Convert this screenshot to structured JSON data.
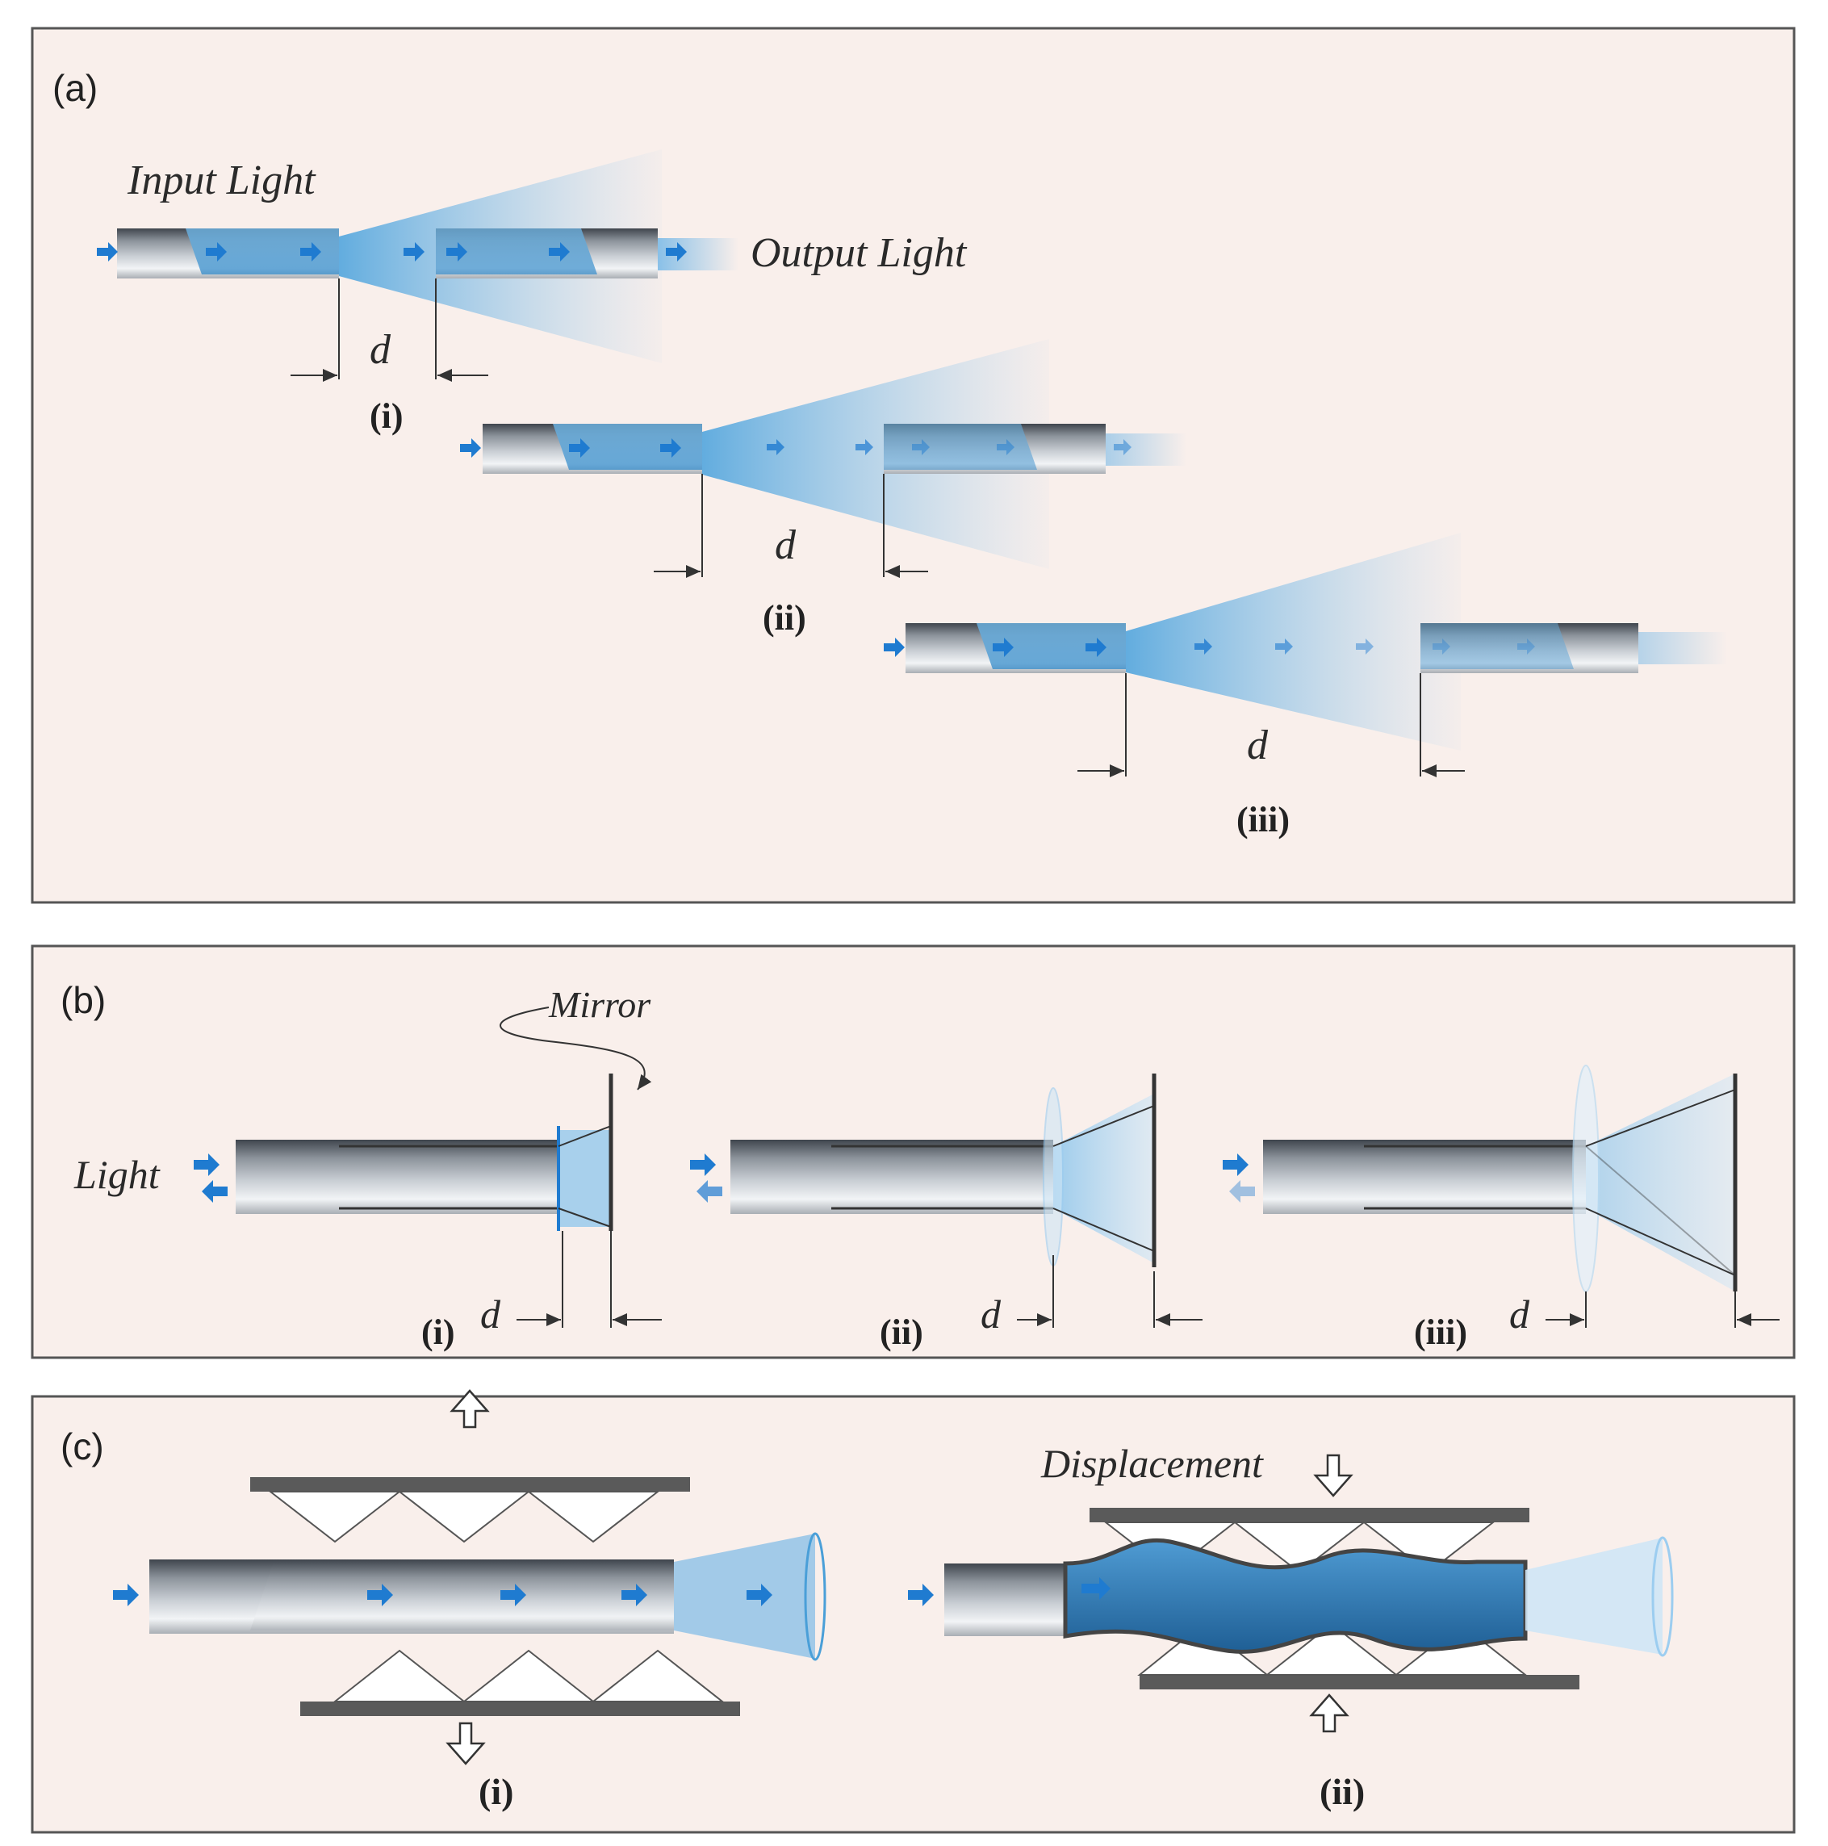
{
  "panels": {
    "a": {
      "label": "(a)",
      "input_light": "Input Light",
      "output_light": "Output Light",
      "gap_symbol": "d",
      "sub_i": "(i)",
      "sub_ii": "(ii)",
      "sub_iii": "(iii)"
    },
    "b": {
      "label": "(b)",
      "mirror": "Mirror",
      "light": "Light",
      "gap_symbol": "d",
      "sub_i": "(i)",
      "sub_ii": "(ii)",
      "sub_iii": "(iii)"
    },
    "c": {
      "label": "(c)",
      "displacement": "Displacement",
      "sub_i": "(i)",
      "sub_ii": "(ii)"
    }
  },
  "colors": {
    "panel_bg": "#f9efeb",
    "panel_border": "#555555",
    "fiber_dark": "#5e6570",
    "fiber_light": "#eef1f4",
    "light_beam": "#4a9fd8",
    "arrow": "#1f7bd0",
    "plate": "#5a5a5a"
  }
}
